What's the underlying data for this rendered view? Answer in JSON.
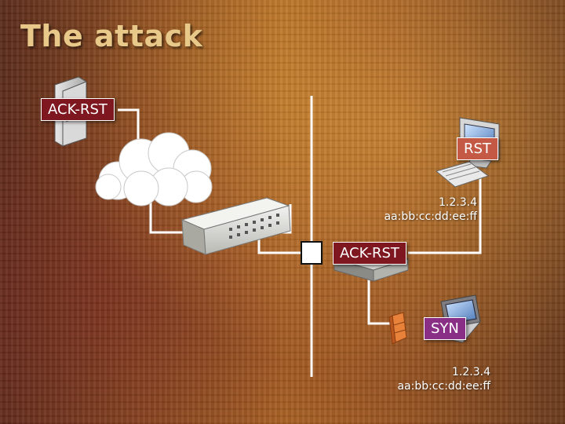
{
  "slide": {
    "title": "The attack"
  },
  "labels": {
    "server": "ACK-RST",
    "workstation": "RST",
    "router": "ACK-RST",
    "laptop": "SYN"
  },
  "addresses": {
    "workstation": {
      "ip": "1.2.3.4",
      "mac": "aa:bb:cc:dd:ee:ff"
    },
    "laptop": {
      "ip": "1.2.3.4",
      "mac": "aa:bb:cc:dd:ee:ff"
    }
  },
  "colors": {
    "label_red": "#7e1720",
    "label_salmon": "#c45a46",
    "label_purple": "#8a2f86",
    "line": "#ffffff"
  }
}
